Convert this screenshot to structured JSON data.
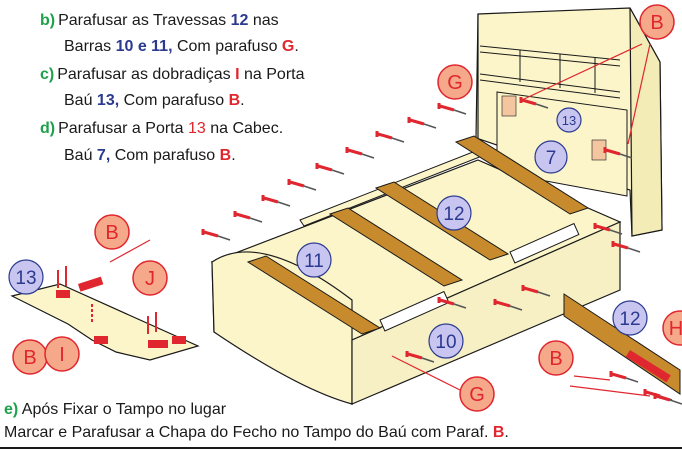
{
  "instructions": {
    "b": {
      "label": "b)",
      "line1_a": "Parafusar as Travessas ",
      "line1_ref": "12",
      "line1_b": " nas",
      "line2_a": "Barras ",
      "line2_ref": "10 e 11,",
      "line2_b": " Com parafuso ",
      "line2_screw": "G",
      "line2_end": "."
    },
    "c": {
      "label": "c)",
      "line1_a": "Parafusar as dobradiças ",
      "line1_ref": "I",
      "line1_b": " na Porta",
      "line2_a": "Baú ",
      "line2_ref": "13,",
      "line2_b": " Com parafuso ",
      "line2_screw": "B",
      "line2_end": "."
    },
    "d": {
      "label": "d)",
      "line1_a": "Parafusar a Porta ",
      "line1_ref": "13",
      "line1_b": " na Cabec.",
      "line2_a": "Baú ",
      "line2_ref": "7,",
      "line2_b": " Com parafuso ",
      "line2_screw": "B",
      "line2_end": "."
    }
  },
  "footer": {
    "e_label": "e)",
    "e_text": " Após Fixar o Tampo no lugar",
    "line2_a": "Marcar e Parafusar a Chapa do Fecho no Tampo do Baú com Paraf. ",
    "line2_screw": "B",
    "line2_end": "."
  },
  "callouts": {
    "screw_b": "B",
    "screw_g": "G",
    "screw_i": "I",
    "hinge_j": "J",
    "part_h": "H",
    "part_7": "7",
    "part_10": "10",
    "part_11": "11",
    "part_12": "12",
    "part_13": "13"
  },
  "colors": {
    "panel": "#fbf5c9",
    "board_wood": "#c78a2c",
    "callout_fill": "#f6a98a",
    "callout_stroke": "#e0262e",
    "part_fill": "#c8c6f0",
    "part_stroke": "#2b3a8f",
    "screw": "#e0262e",
    "label_green": "#1fa04a",
    "ref_blue": "#2b3a8f"
  }
}
